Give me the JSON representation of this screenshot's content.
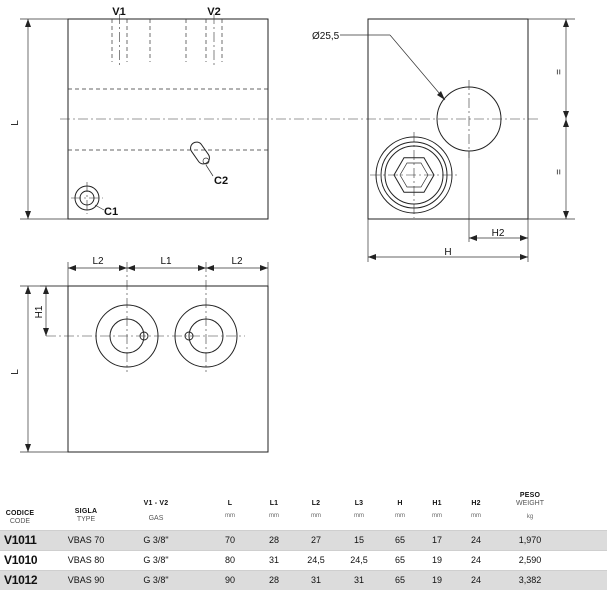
{
  "drawing": {
    "labels": {
      "v1": "V1",
      "v2": "V2",
      "c1": "C1",
      "c2": "C2",
      "diameter": "Ø25,5",
      "l_front": "L",
      "l_bottom": "L",
      "h": "H",
      "h2": "H2",
      "h1": "H1",
      "l2_left": "L2",
      "l1": "L1",
      "l2_right": "L2",
      "equal_top": "=",
      "equal_bottom": "="
    }
  },
  "table": {
    "headers": [
      {
        "key": "code",
        "line1": "CODICE",
        "line2": "CODE",
        "unit": ""
      },
      {
        "key": "type",
        "line1": "SIGLA",
        "line2": "TYPE",
        "unit": ""
      },
      {
        "key": "gas",
        "line1": "V1 - V2",
        "line2": "GAS",
        "unit": ""
      },
      {
        "key": "L",
        "line1": "L",
        "line2": "",
        "unit": "mm"
      },
      {
        "key": "L1",
        "line1": "L1",
        "line2": "",
        "unit": "mm"
      },
      {
        "key": "L2",
        "line1": "L2",
        "line2": "",
        "unit": "mm"
      },
      {
        "key": "L3",
        "line1": "L3",
        "line2": "",
        "unit": "mm"
      },
      {
        "key": "H",
        "line1": "H",
        "line2": "",
        "unit": "mm"
      },
      {
        "key": "H1",
        "line1": "H1",
        "line2": "",
        "unit": "mm"
      },
      {
        "key": "H2",
        "line1": "H2",
        "line2": "",
        "unit": "mm"
      },
      {
        "key": "weight",
        "line1": "PESO",
        "line2": "WEIGHT",
        "unit": "kg"
      }
    ],
    "rows": [
      {
        "code": "V1011",
        "type": "VBAS 70",
        "gas": "G 3/8\"",
        "L": "70",
        "L1": "28",
        "L2": "27",
        "L3": "15",
        "H": "65",
        "H1": "17",
        "H2": "24",
        "weight": "1,970"
      },
      {
        "code": "V1010",
        "type": "VBAS 80",
        "gas": "G 3/8\"",
        "L": "80",
        "L1": "31",
        "L2": "24,5",
        "L3": "24,5",
        "H": "65",
        "H1": "19",
        "H2": "24",
        "weight": "2,590"
      },
      {
        "code": "V1012",
        "type": "VBAS 90",
        "gas": "G 3/8\"",
        "L": "90",
        "L1": "28",
        "L2": "31",
        "L3": "31",
        "H": "65",
        "H1": "19",
        "H2": "24",
        "weight": "3,382"
      }
    ]
  }
}
